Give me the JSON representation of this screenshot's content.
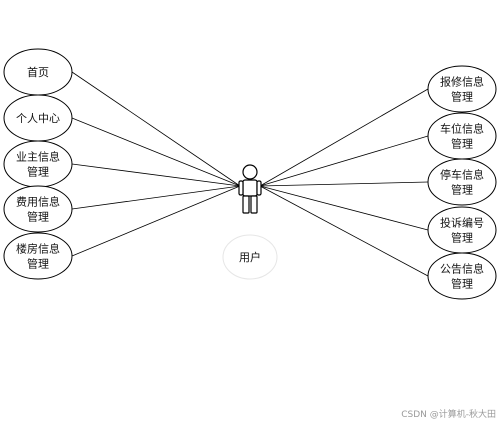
{
  "actor": {
    "label": "用户"
  },
  "use_cases_left": [
    [
      "首页"
    ],
    [
      "个人中心"
    ],
    [
      "业主信息",
      "管理"
    ],
    [
      "费用信息",
      "管理"
    ],
    [
      "楼房信息",
      "管理"
    ]
  ],
  "use_cases_right": [
    [
      "报修信息",
      "管理"
    ],
    [
      "车位信息",
      "管理"
    ],
    [
      "停车信息",
      "管理"
    ],
    [
      "投诉编号",
      "管理"
    ],
    [
      "公告信息",
      "管理"
    ]
  ],
  "watermark": "CSDN @计算机-秋大田"
}
